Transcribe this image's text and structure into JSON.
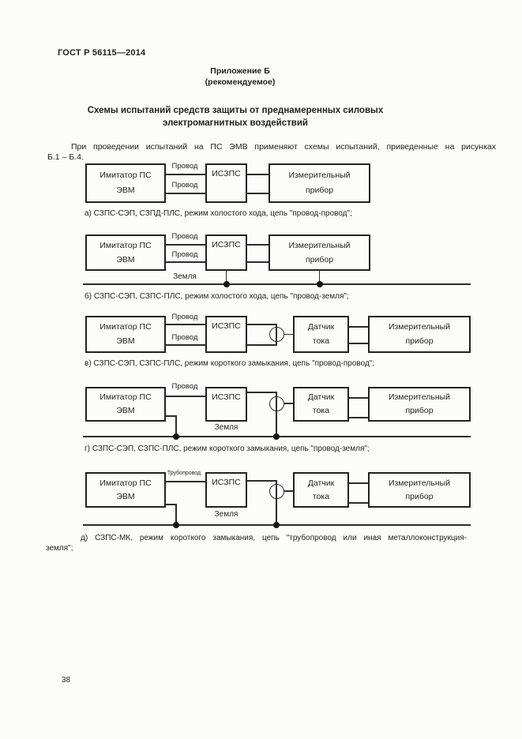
{
  "header": {
    "standard": "ГОСТ Р 56115—2014"
  },
  "appendix": {
    "title": "Приложение Б",
    "note": "(рекомендуемое)"
  },
  "title": {
    "line1": "Схемы испытаний средств защиты от преднамеренных силовых",
    "line2": "электромагнитных воздействий"
  },
  "intro": {
    "line1": "При проведении испытаний на ПС ЭМВ применяют схемы испытаний, приведенные на рисунках",
    "line2": "Б.1 – Б.4."
  },
  "labels": {
    "simulator1": "Имитатор ПС",
    "simulator2": "ЭВМ",
    "iszps": "ИСЗПС",
    "meter1": "Измерительный",
    "meter2": "прибор",
    "sensor1": "Датчик",
    "sensor2": "тока",
    "wire": "Провод",
    "ground": "Земля",
    "pipeline": "Трубопровод"
  },
  "captions": {
    "a": "а) СЗПС-СЭП, СЗПД-ПЛС, режим холостого хода, цепь \"провод-провод\";",
    "b": "б) СЗПС-СЭП, СЗПС-ПЛС, режим холостого хода, цепь \"провод-земля\";",
    "v": "в) СЗПС-СЭП, СЗПС-ПЛС, режим короткого замыкания, цепь \"провод-провод\";",
    "g": "г) СЗПС-СЭП, СЗПС-ПЛС, режим короткого замыкания, цепь \"провод-земля\";",
    "d1": "д) СЗПС-МК, режим короткого замыкания, цепь \"трубопровод или иная металлоконструкция-",
    "d2": "земля\";"
  },
  "page_number": "38"
}
